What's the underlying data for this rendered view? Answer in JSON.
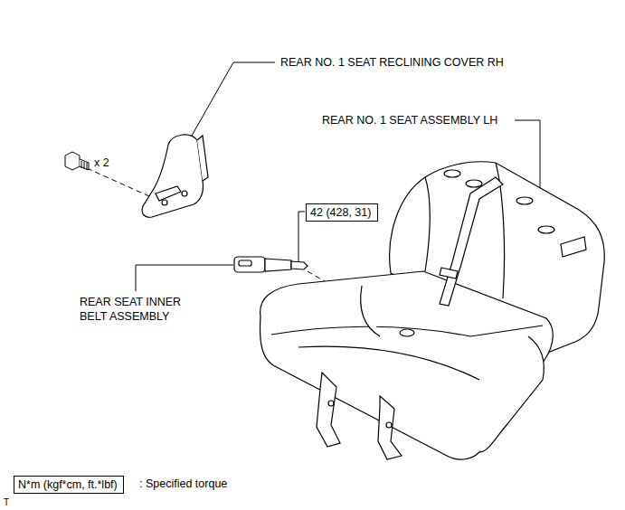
{
  "diagram": {
    "nodes": [
      {
        "text": [
          "42 (428, 31)"
        ]
      },
      {
        "text": [
          "N*m (kgf*cm, ft.*lbf)"
        ]
      }
    ],
    "labels": [
      "REAR NO. 1 SEAT RECLINING COVER RH",
      "x 2",
      "REAR NO. 1 SEAT ASSEMBLY LH",
      "REAR SEAT INNER BELT ASSEMBLY",
      ": Specified torque",
      "T"
    ]
  }
}
